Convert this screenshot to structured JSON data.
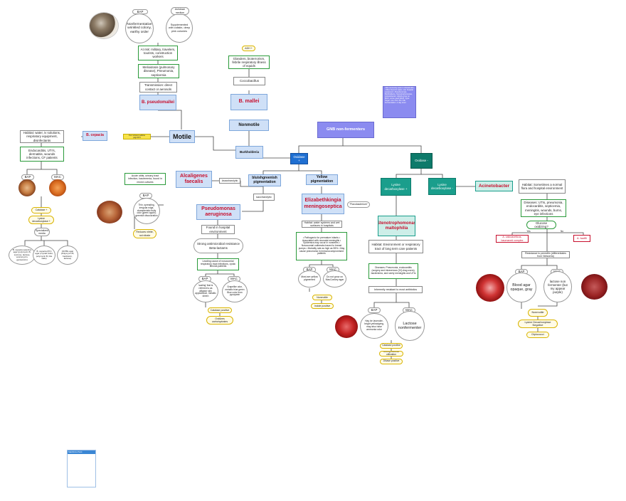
{
  "gnb": "GNB non-fermenters",
  "note": "-Not commonly seen in clinical labs -Often found in water, soil, hospital equipment -Pseudomonas, Burkholderia, Stenotrophomonas, Acinetobacter -Mostly grow on MAC, some need blood -Type Sugar: non-TSI / 5th / 5th Fermentation -1 day stool",
  "oxidase_pos": "Oxidase +",
  "oxidase_neg": "Oxidase -",
  "burkholderia": "Burkholderia",
  "motile": "Motile",
  "nonmotile": "Nonmotile",
  "b_mallei": {
    "name": "B. mallei",
    "adh": "ADH +",
    "disease": "Glanders, bioterrorism, febrile respiratory illness of equids",
    "shape": "Coccobacillus"
  },
  "b_pseudomallei": {
    "name": "B. pseudomallei",
    "bap": "BAP",
    "ashdown": "Ashdown medium",
    "colony": "Nonfermentative wrinkled colony, earthy order",
    "ashdown_desc": "Supplemented with colistin, deep pink colonies",
    "risk": "At risk: military, travelers, tourists, construction workers",
    "disease": "Melioidosis (pulmonary disease), Pneumonia, septicemia",
    "transmission": "Transmission: direct contact or aerosols"
  },
  "b_cepacia": {
    "name": "B. cepacia",
    "tag": "For strong yellow pigment",
    "habitat": "Habitat: water, iv solutions, respiratory equipment, disinfectants",
    "disease": "Endocarditis, UTI's, dermatitis, wounds infections, CF patients",
    "bap": "BAP",
    "mac": "MAC",
    "catalase": "Catalase +",
    "lysine": "Lysine decarboxylase +",
    "specialized": "Specialized media",
    "sel1": "B. cepacia selective agar (polymyxin B, sucrose, lactose, vancomycin, gentamicin)",
    "sel2": "B. cepacia (PC) agar (crystal violet, polymyxin B, bile salts)",
    "sel3": "OFPBL agar (Polymyxin B, bacitracin, lactose)"
  },
  "bluish": "bluishgreenish pigmentation",
  "yellow": "Yellow pigmentation",
  "alcaligenes": {
    "name": "Alcaligenes faecalis",
    "tag": "Asaccharolytic",
    "disease": "Acute otitis, urinary tract infection, bacteremia, found in mixed cultures",
    "bap": "BAP",
    "bap_desc": "Thin, spreading, irregular edge, characteristic fruity odor (green apple); greenish discoloration",
    "reduce": "Reduces nitrite, not nitrate"
  },
  "pseudomonas": {
    "saccharolytic": "saccharolytic",
    "name": "Pseudomonas aeruginosa",
    "found": "Found in hospital environment",
    "resistance": "Strong antimicrobial resistance Beta-lactams",
    "leading": "Leading cause of nosocomial respiratory tract infections, cystic fibrosis patients",
    "bap": "BAP",
    "mac": "MAC",
    "bap_desc": "'scaling' that is referred to as alligator skin appearance, metallic sheen",
    "mac_desc": "Grapelike odor, metallic blue-green Blue color from pyocyanin",
    "catalase": "Catalase positive",
    "oxidizes": "Oxidizes carbohydrates"
  },
  "elizabethkingia": {
    "name": "Elizabethkingia meningoseptica",
    "tag": "\"Flavobacterium\"",
    "habitat": "Habitat: water systems and wet surfaces in hospitals",
    "facts": "• Pathogenic for premature infants • Associated with neonatal meningitis • Epidemics may occur in nurseries • Nosocomial outbreaks traced to breast pumps • Mortality rate as high as 55% • May cause pneumonia in immunocompromised patients",
    "bap": "BAP",
    "mac": "MAC",
    "bap_desc": "Most are yellow pigmented",
    "mac_desc": "Do not grow on MacConkey agar",
    "nonmotile": "Nonmotile",
    "indole": "Indole positive"
  },
  "lysine_pos": "Lysine decarboxylase +",
  "lysine_neg": "Lysine decarboxylase -",
  "steno": {
    "name": "Stenotrophomonas maltophilia",
    "habitat": "Habitat: Environment or respiratory tract of long term care patients",
    "disease": "Diseases: Pneumonia, endocarditis (surgery and intravenous [IV]-drug users), bacteremia, and rarely meningitis and UTIs",
    "resistant": "Inherently resistant to most antibiotics",
    "bap": "BAP",
    "mac": "MAC",
    "bap_desc": "Hay be lavender-bright yellowigreg, may also have ammonia odor",
    "mac_desc": "Lactose nonfermenter",
    "catalase": "Catalase positive",
    "maltose": "Strong Maltose utilization",
    "dnase": "DNase positive"
  },
  "acineto": {
    "name": "Acinetobacter",
    "habitat": "Habitat: Sometimes a normal flora and hospital environment",
    "disease": "Diseases: UTIs, pneumonia, endocarditis, septicemia, meningitis, wounds, burns, eye infections",
    "glucose": "Glucose oxidizing?",
    "yes": "Yes",
    "no": "No",
    "calco": "A. calcoaceticus-baumannii complex",
    "lwoffii": "A. lwoffii",
    "resistance": "Resistance to penicillin (differentiates from Neisseria)",
    "bap": "BAP",
    "mac": "MAC",
    "bap_desc": "Blood agar opaque, gray",
    "mac_desc": "lactose non fermenter (but my appear purple)",
    "nonmotile": "Nonmotile",
    "lysine": "Lysine Decarboxylase Negative",
    "diplococci": "Diplococci"
  },
  "sticky_label": "Start/Intro Point",
  "colors": {
    "motile_blue": "#cfe0f7",
    "green_border": "#2a9a3a",
    "purple": "#8b8bf0",
    "teal": "#1a9e8c",
    "dark_teal": "#0d7a6a",
    "red_text": "#c8102e",
    "yellow": "#f7e24a"
  }
}
